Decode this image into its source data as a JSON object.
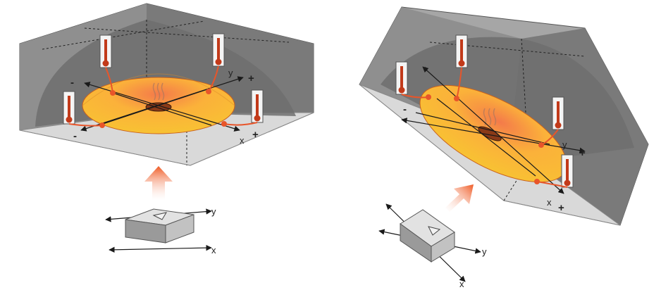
{
  "left_diagram": {
    "labels": {
      "minus_top": "-",
      "minus_bottom": "-",
      "y_axis": "y",
      "plus_y": "+",
      "x_axis": "x",
      "plus_x": "+"
    },
    "sensor_axes": {
      "y": "y",
      "x": "x"
    }
  },
  "right_diagram": {
    "labels": {
      "minus_top": "-",
      "minus_bottom": "-",
      "y_axis": "y",
      "plus_y": "+",
      "x_axis": "x",
      "plus_x": "+"
    },
    "sensor_axes": {
      "y": "y",
      "x": "x"
    }
  },
  "colors": {
    "wall_dark": "#7a7a7a",
    "wall_mid": "#a6a6a6",
    "wall_light": "#c8c8c8",
    "floor": "#d9d9d9",
    "dome": "#f8c233",
    "hot": "#e8552a",
    "line": "#1a1a1a",
    "arrow": "#f06a2c"
  }
}
